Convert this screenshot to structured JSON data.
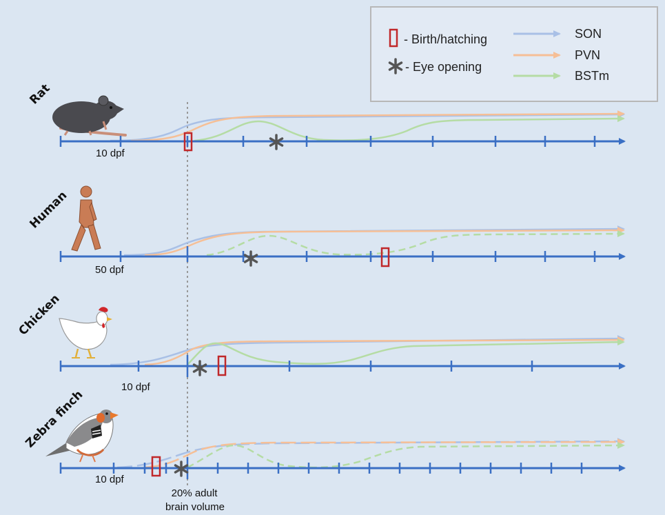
{
  "legend": {
    "birth_label": "- Birth/hatching",
    "eye_label": "- Eye opening",
    "series": [
      {
        "name": "SON",
        "color": "#a9c0e6"
      },
      {
        "name": "PVN",
        "color": "#f6bf96"
      },
      {
        "name": "BSTm",
        "color": "#b5dca4"
      }
    ]
  },
  "species": [
    {
      "name": "Rat",
      "scale_label": "10 dpf",
      "icon": "rat-icon"
    },
    {
      "name": "Human",
      "scale_label": "50 dpf",
      "icon": "human-icon"
    },
    {
      "name": "Chicken",
      "scale_label": "10 dpf",
      "icon": "chicken-icon"
    },
    {
      "name": "Zebra finch",
      "scale_label": "10 dpf",
      "icon": "zebra-finch-icon"
    }
  ],
  "reference_line_label": [
    "20% adult",
    "brain volume"
  ],
  "colors": {
    "axis": "#3a6fc4",
    "birth_marker": "#c0282a",
    "eye_marker": "#555555",
    "reference_line": "#999999"
  }
}
